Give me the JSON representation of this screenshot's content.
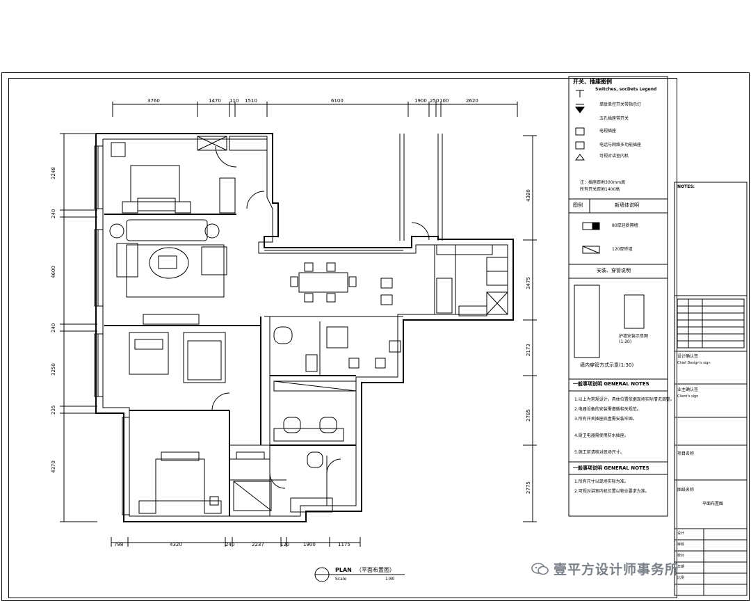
{
  "dimensions": {
    "top": [
      "3760",
      "1470",
      "110",
      "1510",
      "6100",
      "1900",
      "250",
      "100",
      "2620"
    ],
    "bottom": [
      "788",
      "4320",
      "240",
      "2237",
      "120",
      "1900",
      "1175"
    ],
    "left": [
      "3248",
      "240",
      "4600",
      "240",
      "3250",
      "235",
      "4370"
    ],
    "right": [
      "4380",
      "3475",
      "2173",
      "2785",
      "2775"
    ]
  },
  "plan_title": {
    "label": "PLAN",
    "subtitle": "（平面布置图）",
    "scale_label": "Scale",
    "scale_value": "1:80"
  },
  "legend": {
    "header_cn": "开关、插座图例",
    "header_en": "Switches, socDets Legend",
    "items": [
      "单联单控开关带指示灯",
      "五孔插座带开关",
      "电视插座",
      "电话与网络多功能插座",
      "可视对讲室内机"
    ],
    "note_line1": "注：插座距地300mm高",
    "note_line2": "所有开关距地1400高",
    "materials_label": "图例",
    "materials_title": "新墙体说明",
    "materials_items": [
      "80厚轻质隔墙",
      "120厚砖墙"
    ],
    "install_title": "安装、穿管说明",
    "install_caption_1": "墙内穿管方式示意(1:30)",
    "install_caption_2": "护墙安装示意图(1:30)",
    "general_notes_1_title": "一般事项说明 GENERAL NOTES",
    "general_notes_1": [
      "1.以上为常规设计，具体位置依据现场实际情况调整。",
      "2.电器设备的安装需遵循相关规范。",
      "3.所有开关插座底盒需安装牢固。",
      "4.厨卫电器需使用防水插座。",
      "5.施工前请核对现场尺寸。"
    ],
    "general_notes_2_title": "一般事项说明 GENERAL NOTES",
    "general_notes_2": [
      "1.所有尺寸以现场实际为准。",
      "2.可视对讲室内机位置以物业要求为准。"
    ]
  },
  "title_block": {
    "notes_label": "NOTES:",
    "designer_cn": "设计确认签",
    "designer_en": "Chief Design's sign",
    "client_cn": "业主确认签",
    "client_en": "Client's sign",
    "project_label": "项目名称",
    "drawing_label": "图纸名称",
    "drawing_name": "平面布置图",
    "footer_rows": [
      "设计",
      "审核",
      "校对",
      "日期",
      "比例"
    ]
  },
  "watermark": "壹平方设计师事务所"
}
